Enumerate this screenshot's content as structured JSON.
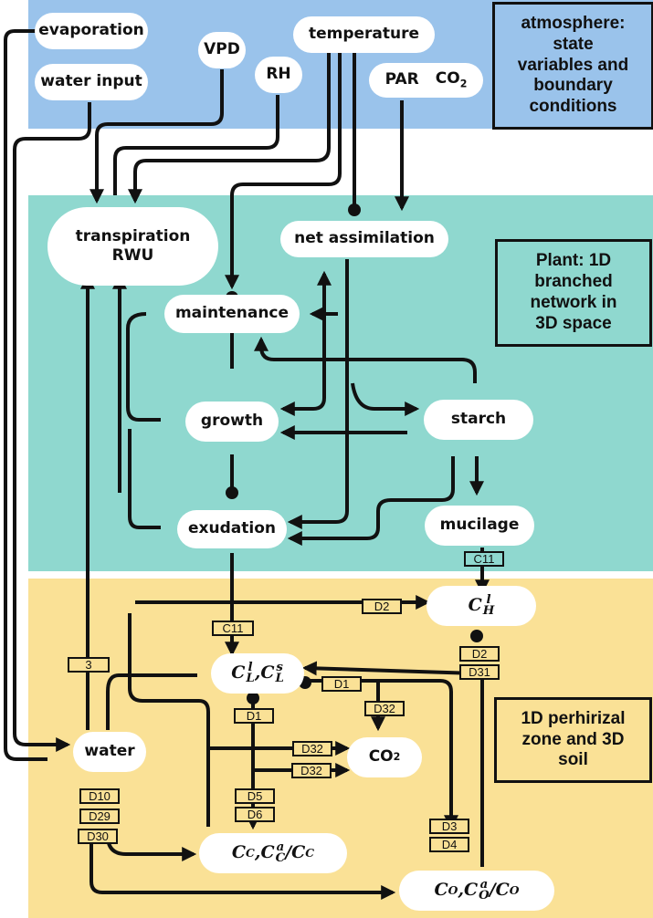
{
  "zones": {
    "atmosphere": {
      "label": "atmosphere:\nstate\nvariables and\nboundary\nconditions",
      "color": "#9ac3eb"
    },
    "plant": {
      "label": "Plant: 1D\nbranched\nnetwork in\n3D space",
      "color": "#8fd8cf"
    },
    "soil": {
      "label": "1D perhirizal\nzone and 3D\nsoil",
      "color": "#fae196"
    }
  },
  "nodes": {
    "evaporation": "evaporation",
    "water_input": "water input",
    "vpd": "VPD",
    "rh": "RH",
    "temperature": "temperature",
    "par": "PAR",
    "co2_atm": "CO",
    "co2_atm_sub": "2",
    "transpiration_line1": "transpiration",
    "transpiration_line2": "RWU",
    "net_assimilation": "net assimilation",
    "maintenance": "maintenance",
    "growth": "growth",
    "starch": "starch",
    "exudation": "exudation",
    "mucilage": "mucilage",
    "water": "water",
    "co2_soil": "CO",
    "co2_soil_sub": "2",
    "c_h": {
      "base": "C",
      "sup": "l",
      "sub": "H"
    },
    "c_l": {
      "base1": "C",
      "sup1": "l",
      "sub1": "L",
      "sep": ", ",
      "base2": "C",
      "sup2": "s",
      "sub2": "L"
    },
    "c_c": {
      "base1": "C",
      "sub1": "C",
      "sep": ", ",
      "base2": "C",
      "sup2": "a",
      "sub2": "C",
      "slash": "/",
      "base3": "C",
      "sub3": "C"
    },
    "c_o": {
      "base1": "C",
      "sub1": "O",
      "sep": ", ",
      "base2": "C",
      "sup2": "a",
      "sub2": "O",
      "slash": "/",
      "base3": "C",
      "sub3": "O"
    }
  },
  "tags": {
    "c11_top": "C11",
    "c11_mid": "C11",
    "d2_right": "D2",
    "three": "3",
    "d2_under": "D2",
    "d31": "D31",
    "d1_right": "D1",
    "d32_down": "D32",
    "d1_under": "D1",
    "d32_a": "D32",
    "d32_b": "D32",
    "d5": "D5",
    "d6": "D6",
    "d10": "D10",
    "d29": "D29",
    "d30": "D30",
    "d3": "D3",
    "d4": "D4"
  }
}
